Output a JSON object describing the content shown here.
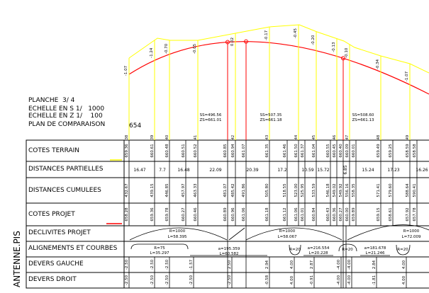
{
  "header": {
    "planche": "PLANCHE  3/ 4",
    "echelle_s": "ECHELLE EN S 1/   1000",
    "echelle_z": "ECHELLE EN Z 1/    100",
    "plan_label": "PLAN DE COMPARAISON",
    "plan_value": "654"
  },
  "side_label": "ANTENNE.PIS",
  "rows": [
    "COTES TERRAIN",
    "DISTANCES PARTIELLES",
    "DISTANCES CUMULEES",
    "COTES PROJET",
    "DECLIVITES PROJET",
    "ALIGNEMENTS ET COURBES",
    "DEVERS GAUCHE",
    "DEVERS DROIT"
  ],
  "colors": {
    "terrain_line": "#ffff00",
    "projet_line": "#ff0000",
    "grid": "#000000"
  },
  "columns": [
    {
      "station": "38",
      "terrain": "659.36",
      "cumul": "432.67",
      "projet": "658.28",
      "ecart": "-1.07"
    },
    {
      "station": "39",
      "terrain": "660.61",
      "cumul": "439.15",
      "projet": "659.36",
      "ecart": "-1.24"
    },
    {
      "station": "40",
      "terrain": "660.48",
      "cumul": "446.85",
      "projet": "659.78",
      "ecart": "-0.70"
    },
    {
      "station": "",
      "terrain": "660.51",
      "cumul": "457.97",
      "projet": "660.27"
    },
    {
      "station": "41",
      "terrain": "660.52",
      "cumul": "463.33",
      "projet": "660.46",
      "ecart": "-0.05"
    },
    {
      "station": "",
      "red": true,
      "terrain": "660.85",
      "cumul": "481.07",
      "projet": "660.89"
    },
    {
      "station": "42",
      "terrain": "660.94",
      "cumul": "485.42",
      "projet": "660.96",
      "ecart": "0.02"
    },
    {
      "station": "",
      "red": true,
      "terrain": "661.07",
      "cumul": "491.86",
      "projet": "661.06"
    },
    {
      "station": "43",
      "terrain": "661.35",
      "cumul": "505.80",
      "projet": "661.18",
      "ecart": "-0.17"
    },
    {
      "station": "",
      "terrain": "661.46",
      "cumul": "518.55",
      "projet": "661.12"
    },
    {
      "station": "44",
      "terrain": "661.50",
      "cumul": "523.00",
      "projet": "661.06",
      "ecart": "-0.45"
    },
    {
      "station": "",
      "terrain": "661.37",
      "cumul": "525.95",
      "projet": "661.01"
    },
    {
      "station": "45",
      "terrain": "661.04",
      "cumul": "533.59",
      "projet": "660.84",
      "ecart": "-0.20"
    },
    {
      "station": "",
      "terrain": "660.55",
      "cumul": "546.18",
      "projet": "660.43"
    },
    {
      "station": "46",
      "terrain": "660.45",
      "cumul": "549.02",
      "projet": "660.36",
      "ecart": "-0.13"
    },
    {
      "station": "",
      "red": true,
      "terrain": "660.40",
      "cumul": "549.92",
      "projet": "660.27"
    },
    {
      "station": "47",
      "terrain": "660.09",
      "cumul": "556.16",
      "projet": "660.00",
      "ecart": "-0.10"
    },
    {
      "station": "",
      "terrain": "660.01",
      "cumul": "558.35",
      "projet": "659.89"
    },
    {
      "station": "48",
      "terrain": "659.49",
      "cumul": "571.41",
      "projet": "659.15",
      "ecart": "-0.34"
    },
    {
      "station": "",
      "terrain": "659.25",
      "cumul": "579.60",
      "projet": "658.61"
    },
    {
      "station": "49",
      "terrain": "658.59",
      "cumul": "588.64",
      "projet": "657.92",
      "ecart": "-1.07"
    },
    {
      "station": "",
      "terrain": "658.58",
      "cumul": "590.41",
      "projet": "657.78"
    }
  ],
  "distances_partielles": [
    "16.47",
    "7.7",
    "16.48",
    "22.09",
    "20.39",
    "17.2",
    "10.59",
    "15.72",
    "6.85",
    "15.24",
    "17.23",
    "16.26"
  ],
  "devers": [
    {
      "g": "-2.50",
      "d": "-2.50"
    },
    {
      "g": "-2.50",
      "d": "-2.50"
    },
    {
      "g": "-2.50",
      "d": "-2.50"
    },
    {
      "g": "-1.57",
      "d": "-2.50"
    },
    {
      "g": "2.50",
      "d": "-2.50"
    },
    {
      "g": "2.94",
      "d": "-0.58"
    },
    {
      "g": "4.00",
      "d": "4.00"
    },
    {
      "g": "2.87",
      "d": "-0.91"
    },
    {
      "g": "-4.00",
      "d": "-4.00"
    },
    {
      "g": "-4.00",
      "d": "-4.00"
    },
    {
      "g": "2.84",
      "d": "-1.81"
    },
    {
      "g": "4.00",
      "d": "4.00"
    }
  ],
  "declivites": [
    {
      "r": "R=1000",
      "l": "L=58.395"
    },
    {
      "r": "R=1000",
      "l": "L=58.067"
    },
    {
      "r": "R=1000",
      "l": "L=72.009"
    }
  ],
  "alignements": [
    {
      "a": "R=75",
      "l": "L=35.297"
    },
    {
      "a": "a=195.359",
      "l": "L=60.582"
    },
    {
      "a": "R=20",
      "l": ""
    },
    {
      "a": "a=216.554",
      "l": "L=20.228"
    },
    {
      "a": "R=20",
      "l": ""
    },
    {
      "a": "a=181.678",
      "l": "L=21.246"
    },
    {
      "a": "R=20",
      "l": ""
    }
  ],
  "summits": [
    {
      "ss": "SS=496.56",
      "zs": "ZS=661.01"
    },
    {
      "ss": "SS=507.35",
      "zs": "ZS=661.18"
    },
    {
      "ss": "SS=508.60",
      "zs": "ZS=661.13"
    }
  ]
}
